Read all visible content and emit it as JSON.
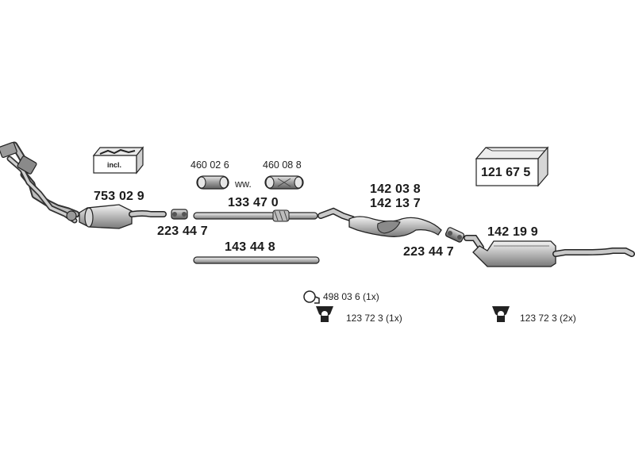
{
  "parts": {
    "front_pipe": "753 02 9",
    "kit_box_label": "incl.",
    "clamp_left": "223 44 7",
    "gasket_a": "460 02 6",
    "gasket_or": "ww.",
    "gasket_b": "460 08 8",
    "middle_pipe": "133 47 0",
    "lower_pipe": "143 44 8",
    "middle_silencer_a": "142 03 8",
    "middle_silencer_b": "142 13 7",
    "clamp_right": "223 44 7",
    "mounting_kit": "121 67 5",
    "rear_silencer": "142 19 9",
    "ring_part": "498 03 6 (1x)",
    "hanger_single": "123 72 3 (1x)",
    "hanger_double": "123 72 3 (2x)"
  }
}
